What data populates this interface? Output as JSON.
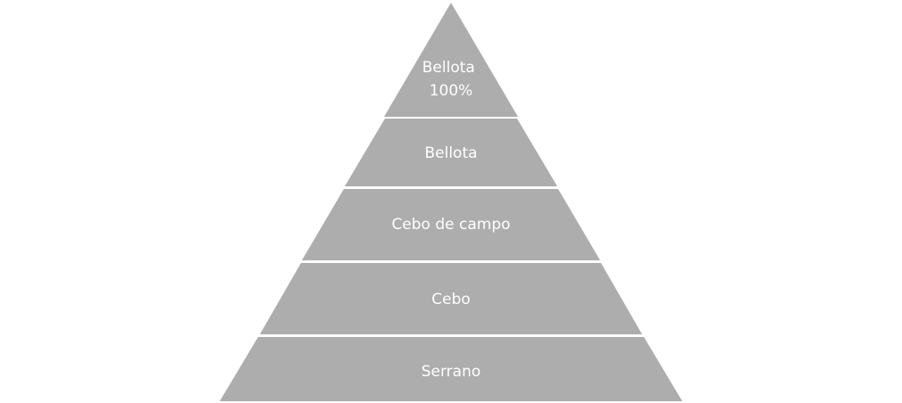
{
  "pyramid": {
    "fill_color": "#adadad",
    "text_color": "#ffffff",
    "background_color": "#ffffff",
    "tiers": [
      {
        "line1": "Bellota",
        "line2": "100%"
      },
      {
        "line1": "Bellota",
        "line2": ""
      },
      {
        "line1": "Cebo de campo",
        "line2": ""
      },
      {
        "line1": "Cebo",
        "line2": ""
      },
      {
        "line1": "Serrano",
        "line2": ""
      }
    ]
  }
}
